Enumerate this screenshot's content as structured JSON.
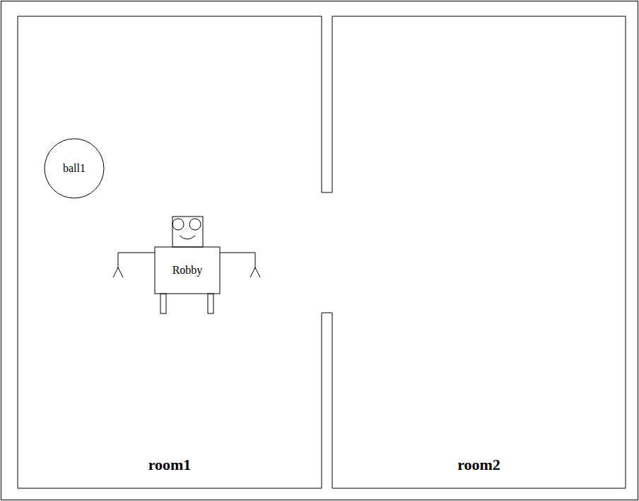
{
  "diagram": {
    "nodes": [
      {
        "text": [
          "room1"
        ]
      },
      {
        "text": [
          "room2"
        ]
      },
      {
        "text": [
          "ball1"
        ],
        "in": 0
      },
      {
        "text": [
          "Robby"
        ],
        "in": 0
      }
    ]
  }
}
